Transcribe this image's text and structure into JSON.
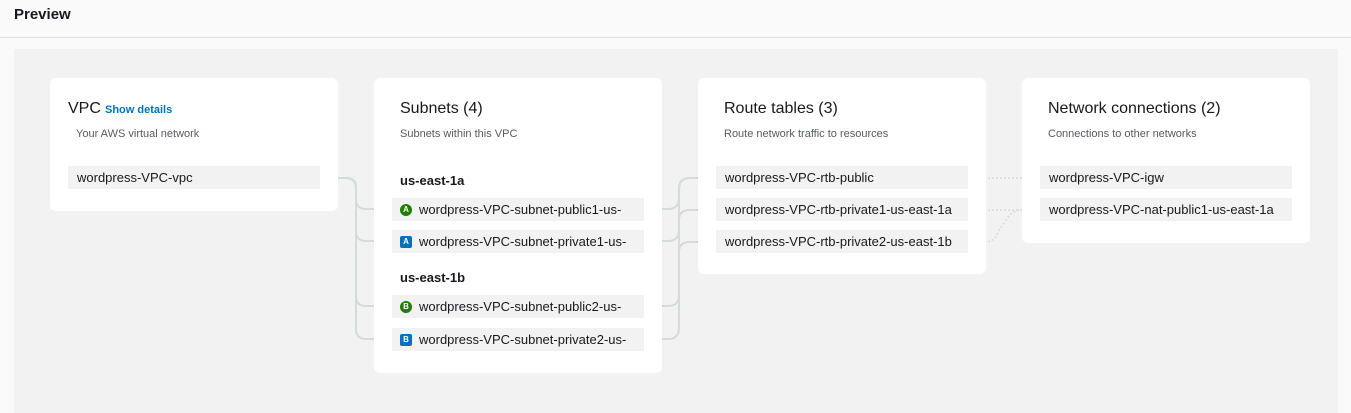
{
  "header": {
    "title": "Preview"
  },
  "vpc": {
    "title": "VPC",
    "show_details": "Show details",
    "subtitle": "Your AWS virtual network",
    "items": [
      {
        "label": "wordpress-VPC-vpc"
      }
    ]
  },
  "subnets": {
    "title": "Subnets (4)",
    "subtitle": "Subnets within this VPC",
    "zones": [
      {
        "name": "us-east-1a",
        "items": [
          {
            "label": "wordpress-VPC-subnet-public1-us-",
            "badge": "A",
            "badge_type": "public",
            "badge_color": "#1d8102"
          },
          {
            "label": "wordpress-VPC-subnet-private1-us-",
            "badge": "A",
            "badge_type": "private",
            "badge_color": "#0073bb"
          }
        ]
      },
      {
        "name": "us-east-1b",
        "items": [
          {
            "label": "wordpress-VPC-subnet-public2-us-",
            "badge": "B",
            "badge_type": "public",
            "badge_color": "#1d8102"
          },
          {
            "label": "wordpress-VPC-subnet-private2-us-",
            "badge": "B",
            "badge_type": "private",
            "badge_color": "#0073bb"
          }
        ]
      }
    ]
  },
  "route_tables": {
    "title": "Route tables (3)",
    "subtitle": "Route network traffic to resources",
    "items": [
      {
        "label": "wordpress-VPC-rtb-public"
      },
      {
        "label": "wordpress-VPC-rtb-private1-us-east-1a"
      },
      {
        "label": "wordpress-VPC-rtb-private2-us-east-1b"
      }
    ]
  },
  "network_connections": {
    "title": "Network connections (2)",
    "subtitle": "Connections to other networks",
    "items": [
      {
        "label": "wordpress-VPC-igw"
      },
      {
        "label": "wordpress-VPC-nat-public1-us-east-1a"
      }
    ]
  },
  "colors": {
    "accent_link": "#0073bb",
    "public_badge": "#1d8102",
    "private_badge": "#0073bb",
    "connector": "#d5dbdb"
  }
}
